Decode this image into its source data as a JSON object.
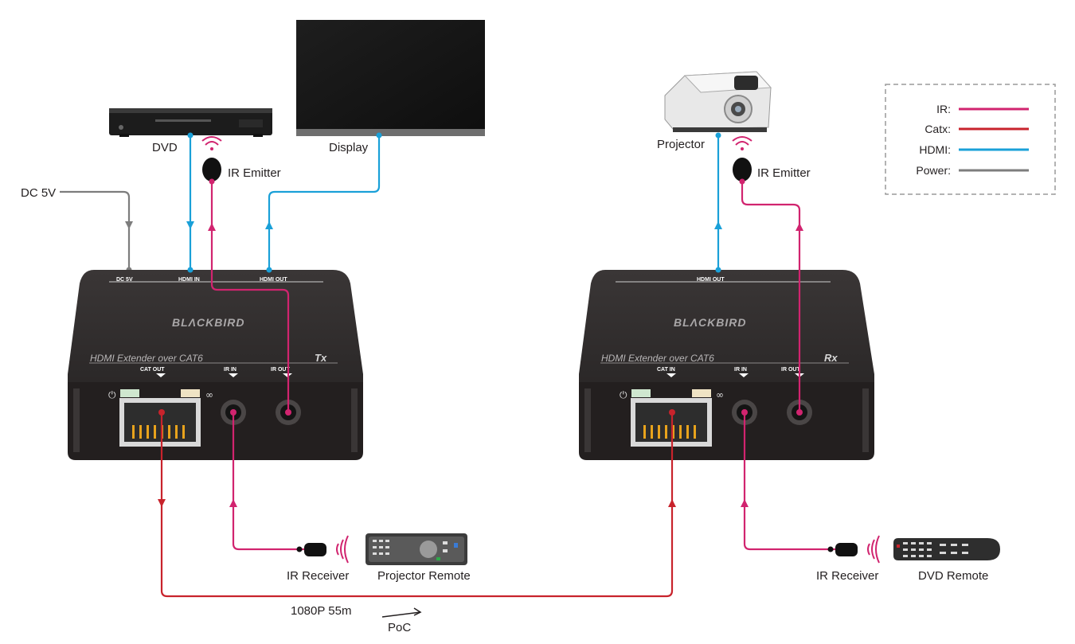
{
  "sources": {
    "dvd": "DVD",
    "display": "Display",
    "projector": "Projector",
    "dc": "DC 5V"
  },
  "tx": {
    "brand": "BLΛCKBIRD",
    "model": "HDMI Extender over CAT6",
    "tag": "Tx",
    "top_ports": [
      "DC 5V",
      "HDMI IN",
      "HDMI OUT"
    ],
    "front_ports": [
      "CAT OUT",
      "IR IN",
      "IR OUT"
    ],
    "ir_emitter": "IR Emitter",
    "ir_receiver": "IR Receiver",
    "remote": "Projector Remote"
  },
  "rx": {
    "brand": "BLΛCKBIRD",
    "model": "HDMI Extender over CAT6",
    "tag": "Rx",
    "top_ports": [
      "HDMI OUT"
    ],
    "front_ports": [
      "CAT IN",
      "IR IN",
      "IR OUT"
    ],
    "ir_emitter": "IR Emitter",
    "ir_receiver": "IR Receiver",
    "remote": "DVD Remote"
  },
  "link": {
    "distance": "1080P 55m",
    "poc": "PoC"
  },
  "legend": {
    "items": [
      {
        "label": "IR:",
        "color": "#d1246f"
      },
      {
        "label": "Catx:",
        "color": "#c8232c"
      },
      {
        "label": "HDMI:",
        "color": "#1aa0d8"
      },
      {
        "label": "Power:",
        "color": "#7d7d7d"
      }
    ]
  },
  "colors": {
    "ir": "#d1246f",
    "catx": "#c8232c",
    "hdmi": "#1aa0d8",
    "power": "#7d7d7d",
    "device": "#2b2828"
  }
}
